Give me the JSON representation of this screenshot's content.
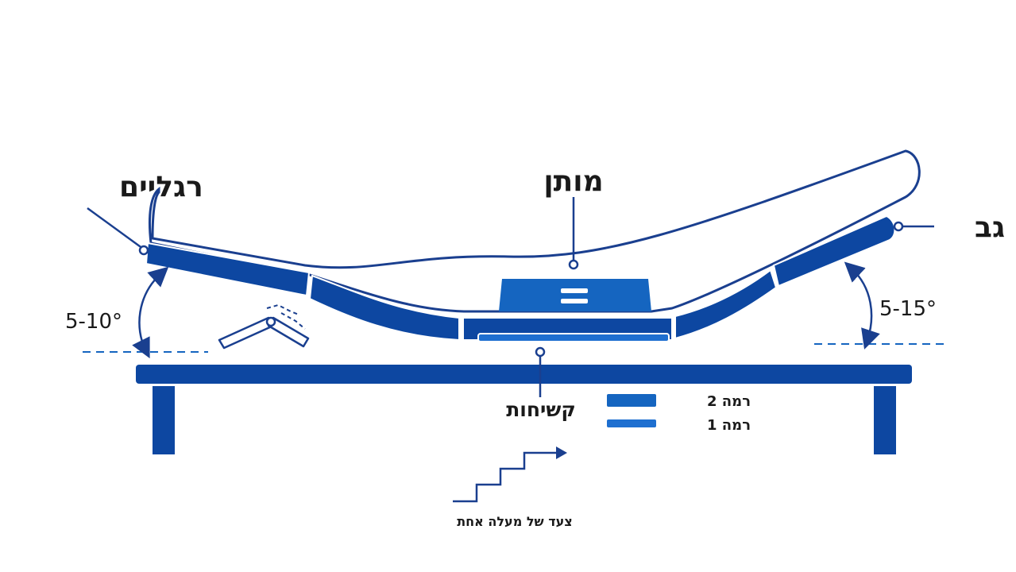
{
  "labels": {
    "feet": "רגליים",
    "lumbar": "מותן",
    "back": "גב",
    "firmness": "קשיחות",
    "feet_angle": "5-10°",
    "back_angle": "5-15°",
    "step_caption": "צעד של מעלה אחת"
  },
  "legend": [
    {
      "label": "רמה 2",
      "color": "#1565c0"
    },
    {
      "label": "רמה 1",
      "color": "#1e6fd0"
    }
  ],
  "colors": {
    "frame": "#0d47a1",
    "accent": "#1565c0",
    "line": "#1a3f8f",
    "mattress_fill": "#ffffff",
    "text": "#1a1a1a"
  },
  "icons": {
    "lumbar_button": "double-bar-icon",
    "knee_hinge": "knee-hinge-icon",
    "staircase": "staircase-arrow-icon"
  }
}
